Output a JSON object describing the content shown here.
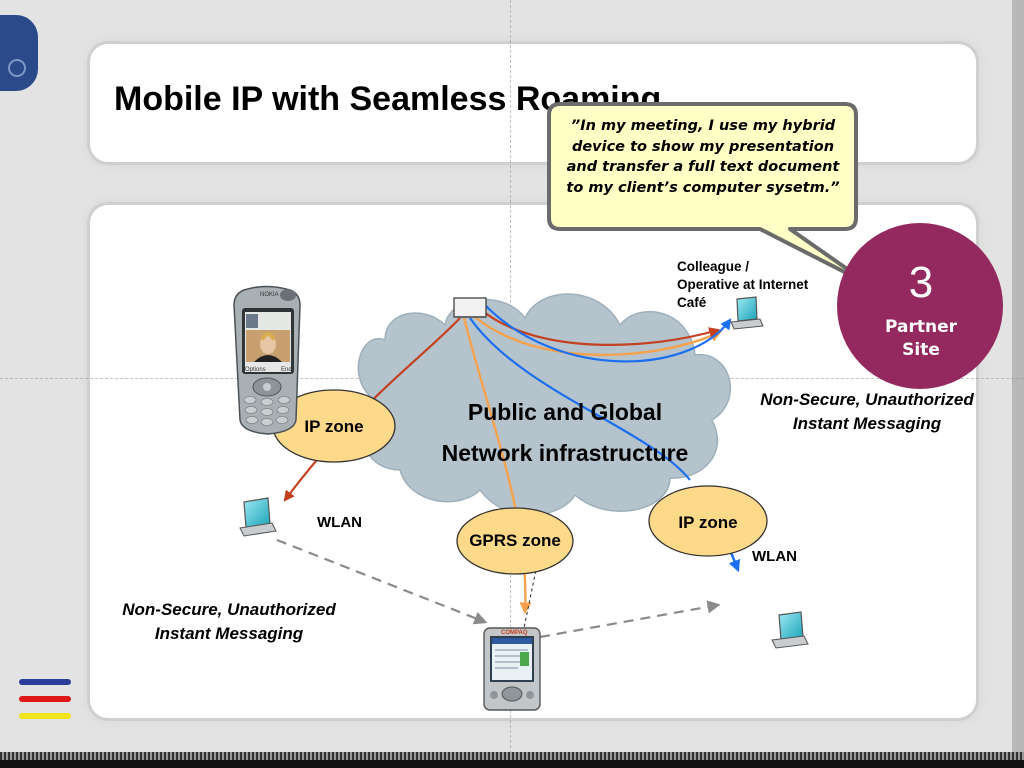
{
  "slide": {
    "title": "Mobile IP with Seamless Roaming",
    "quote": "”In my meeting, I use my hybrid device to show my presentation and transfer a full text document to my client’s computer sysetm.”",
    "cloud": {
      "line1": "Public and Global",
      "line2": "Network infrastructure"
    },
    "zones": {
      "ip_zone_left": "IP zone",
      "ip_zone_right": "IP zone",
      "gprs_zone": "GPRS zone"
    },
    "labels": {
      "wlan_left": "WLAN",
      "wlan_right": "WLAN",
      "colleague_line1": "Colleague /",
      "colleague_line2": "Operative at Internet",
      "colleague_line3": "Café"
    },
    "messaging": {
      "right_line1": "Non-Secure, Unauthorized",
      "right_line2": "Instant Messaging",
      "left_line1": "Non-Secure, Unauthorized",
      "left_line2": "Instant Messaging"
    },
    "partner": {
      "number": "3",
      "line1": "Partner",
      "line2": "Site"
    },
    "phone": {
      "brand": "NOKIA",
      "left_softkey": "Options",
      "right_softkey": "End"
    },
    "pda": {
      "brand": "COMPAQ"
    }
  },
  "colors": {
    "partner_circle": "#93295e",
    "zone_fill": "#fdd98a",
    "bubble_fill": "#ffffc6",
    "cloud_fill": "#b5c3cc",
    "orange_line": "#f6a24c",
    "rust_line": "#c4411f",
    "blue_line": "#1c6ff0"
  }
}
